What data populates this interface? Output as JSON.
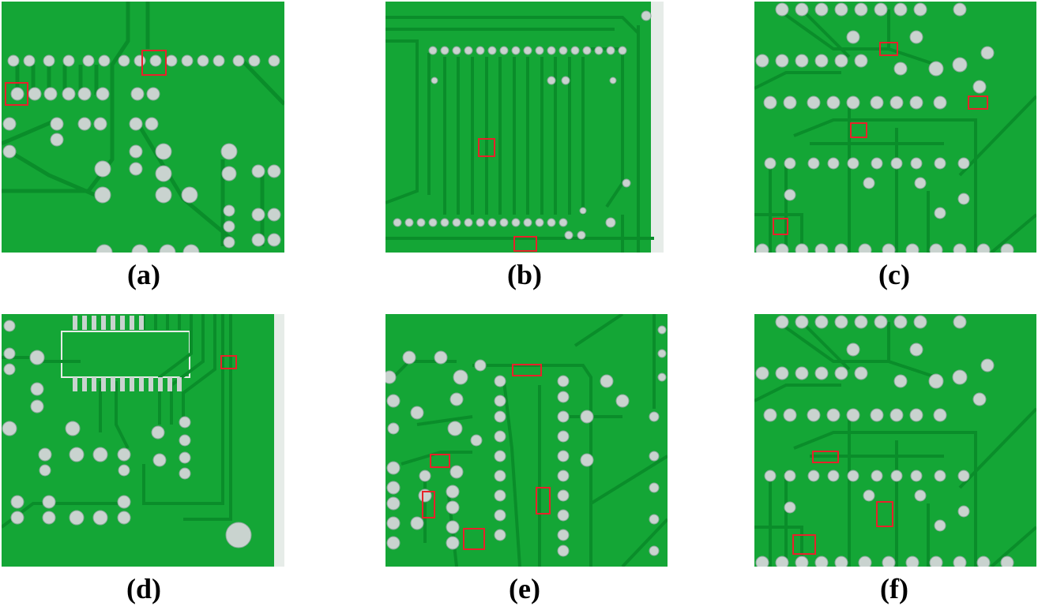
{
  "colors": {
    "board": "#14a636",
    "trace": "#0a8d2a",
    "pad": "#c9d3cf",
    "defect_box": "#e8212a"
  },
  "panels": [
    {
      "id": "a",
      "caption": "(a)"
    },
    {
      "id": "b",
      "caption": "(b)"
    },
    {
      "id": "c",
      "caption": "(c)"
    },
    {
      "id": "d",
      "caption": "(d)"
    },
    {
      "id": "e",
      "caption": "(e)"
    },
    {
      "id": "f",
      "caption": "(f)"
    }
  ]
}
